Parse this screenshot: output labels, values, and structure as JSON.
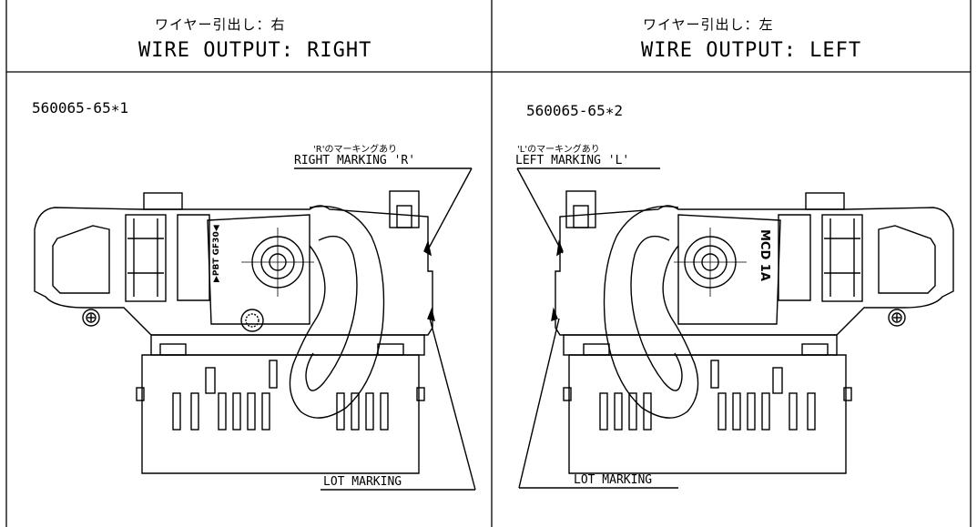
{
  "left_panel": {
    "header_jp": "ワイヤー引出し：右",
    "header_en": "WIRE OUTPUT: RIGHT",
    "part_number": "560065-65∗1",
    "marking_jp": "'R'のマーキングあり",
    "marking_en": "RIGHT MARKING 'R'",
    "lot_marking": "LOT MARKING",
    "arm_print": "▶PBT GF30◀"
  },
  "right_panel": {
    "header_jp": "ワイヤー引出し：左",
    "header_en": "WIRE OUTPUT: LEFT",
    "part_number": "560065-65∗2",
    "marking_jp": "'L'のマーキングあり",
    "marking_en": "LEFT MARKING 'L'",
    "lot_marking": "LOT MARKING",
    "arm_print": "MCD 1A"
  }
}
